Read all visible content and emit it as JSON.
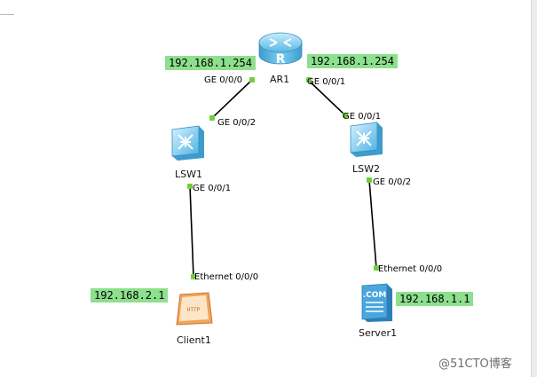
{
  "devices": {
    "ar1": {
      "label": "AR1"
    },
    "lsw1": {
      "label": "LSW1"
    },
    "lsw2": {
      "label": "LSW2"
    },
    "client1": {
      "label": "Client1",
      "screen_text": "HTTP"
    },
    "server1": {
      "label": "Server1",
      "icon_text": ".COM"
    }
  },
  "ip_labels": {
    "ar1_left": "192.168.1.254",
    "ar1_right": "192.168.1.254",
    "client1": "192.168.2.1",
    "server1": "192.168.1.1"
  },
  "ports": {
    "ar1_ge000": "GE 0/0/0",
    "ar1_ge001": "GE 0/0/1",
    "lsw1_ge002": "GE 0/0/2",
    "lsw1_ge001": "GE 0/0/1",
    "lsw2_ge001": "GE 0/0/1",
    "lsw2_ge002": "GE 0/0/2",
    "client1_eth": "Ethernet 0/0/0",
    "server1_eth": "Ethernet 0/0/0"
  },
  "colors": {
    "ip_highlight": "#8de08d",
    "port_dot": "#6fcf3a",
    "link": "#000000",
    "device_blue": "#58bde8"
  },
  "watermark": "@51CTO博客"
}
